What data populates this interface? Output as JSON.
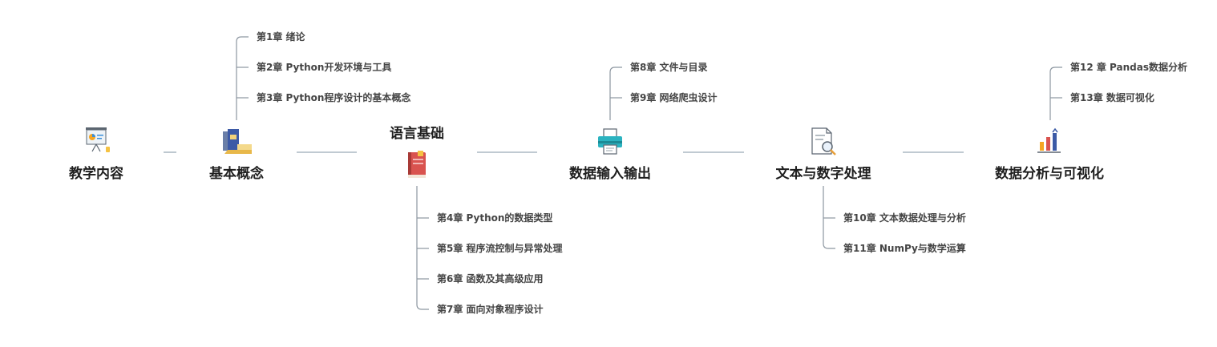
{
  "nodes": [
    {
      "label": "教学内容",
      "icon": "presentation-board-icon",
      "chapters": []
    },
    {
      "label": "基本概念",
      "icon": "books-icon",
      "chapters": [
        "第1章 绪论",
        "第2章 Python开发环境与工具",
        "第3章 Python程序设计的基本概念"
      ]
    },
    {
      "label": "语言基础",
      "icon": "red-book-icon",
      "chapters": [
        "第4章 Python的数据类型",
        "第5章 程序流控制与异常处理",
        "第6章 函数及其高级应用",
        "第7章 面向对象程序设计"
      ]
    },
    {
      "label": "数据输入输出",
      "icon": "printer-icon",
      "chapters": [
        "第8章 文件与目录",
        "第9章  网络爬虫设计"
      ]
    },
    {
      "label": "文本与数字处理",
      "icon": "document-search-icon",
      "chapters": [
        "第10章 文本数据处理与分析",
        "第11章 NumPy与数学运算"
      ]
    },
    {
      "label": "数据分析与可视化",
      "icon": "bar-chart-icon",
      "chapters": [
        "第12 章 Pandas数据分析",
        "第13章 数据可视化"
      ]
    }
  ],
  "colors": {
    "connector": "#9aaab6",
    "branch": "#8c96a0",
    "hub_text": "#1f1f1f",
    "leaf_text": "#454545"
  }
}
